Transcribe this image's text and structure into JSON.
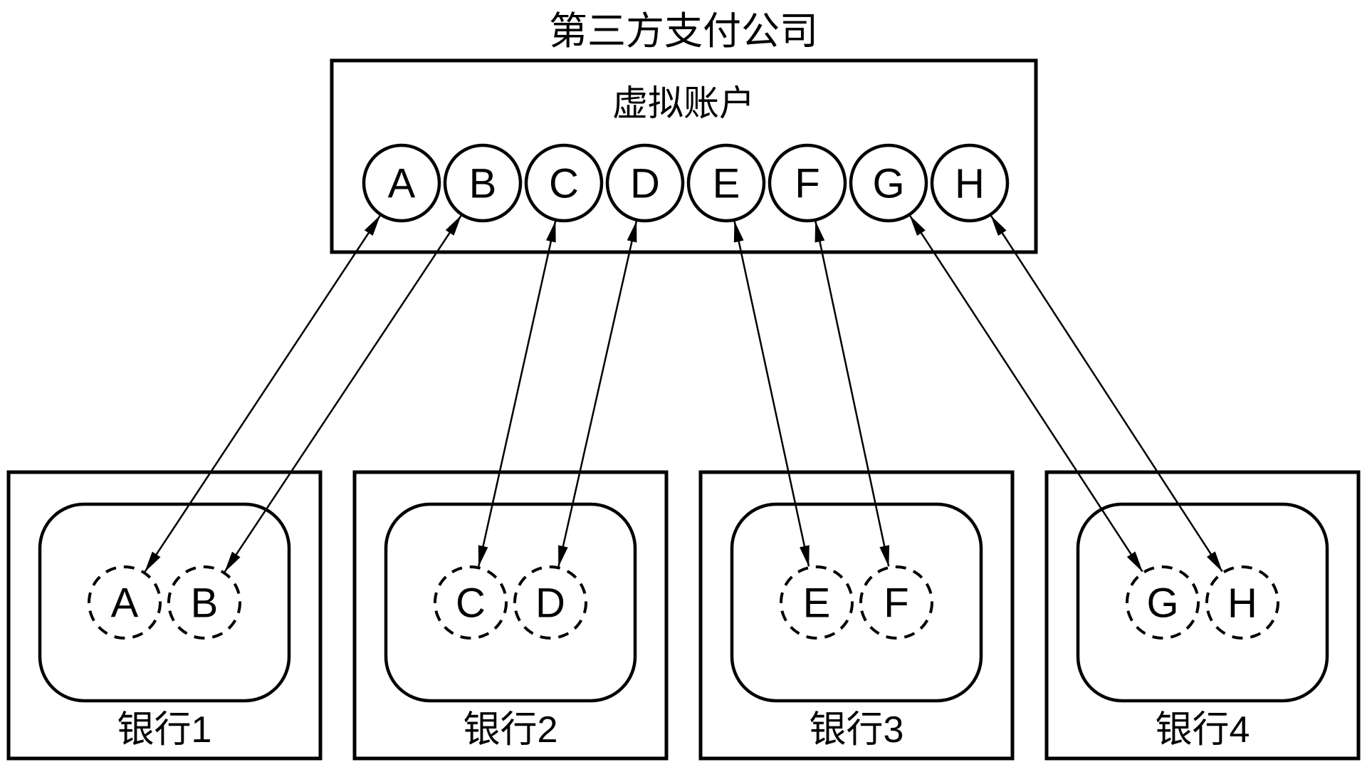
{
  "title": "第三方支付公司",
  "virtual_account_box": {
    "label": "虚拟账户",
    "accounts": [
      "A",
      "B",
      "C",
      "D",
      "E",
      "F",
      "G",
      "H"
    ]
  },
  "banks": [
    {
      "name": "银行1",
      "accounts": [
        "A",
        "B"
      ]
    },
    {
      "name": "银行2",
      "accounts": [
        "C",
        "D"
      ]
    },
    {
      "name": "银行3",
      "accounts": [
        "E",
        "F"
      ]
    },
    {
      "name": "银行4",
      "accounts": [
        "G",
        "H"
      ]
    }
  ],
  "colors": {
    "stroke": "#000000",
    "background": "#ffffff"
  }
}
